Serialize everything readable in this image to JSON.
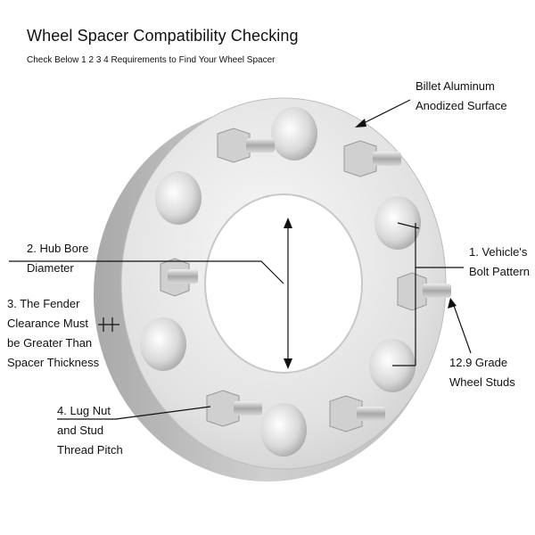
{
  "title": "Wheel Spacer Compatibility Checking",
  "subtitle": "Check Below 1 2 3 4 Requirements to Find Your Wheel Spacer",
  "callouts": {
    "material": [
      "Billet Aluminum",
      "Anodized Surface"
    ],
    "hub_bore": [
      "2. Hub Bore",
      "Diameter"
    ],
    "bolt_pattern": [
      "1. Vehicle's",
      "Bolt Pattern"
    ],
    "fender": [
      "3. The Fender",
      "Clearance Must",
      "be Greater Than",
      "Spacer Thickness"
    ],
    "studs": [
      "12.9 Grade",
      "Wheel Studs"
    ],
    "lug_nut": [
      "4. Lug Nut",
      "and Stud",
      "Thread Pitch"
    ]
  },
  "colors": {
    "metal_light": "#f2f2f2",
    "metal_mid": "#d6d6d6",
    "metal_dark": "#b4b4b4",
    "line": "#111111"
  }
}
